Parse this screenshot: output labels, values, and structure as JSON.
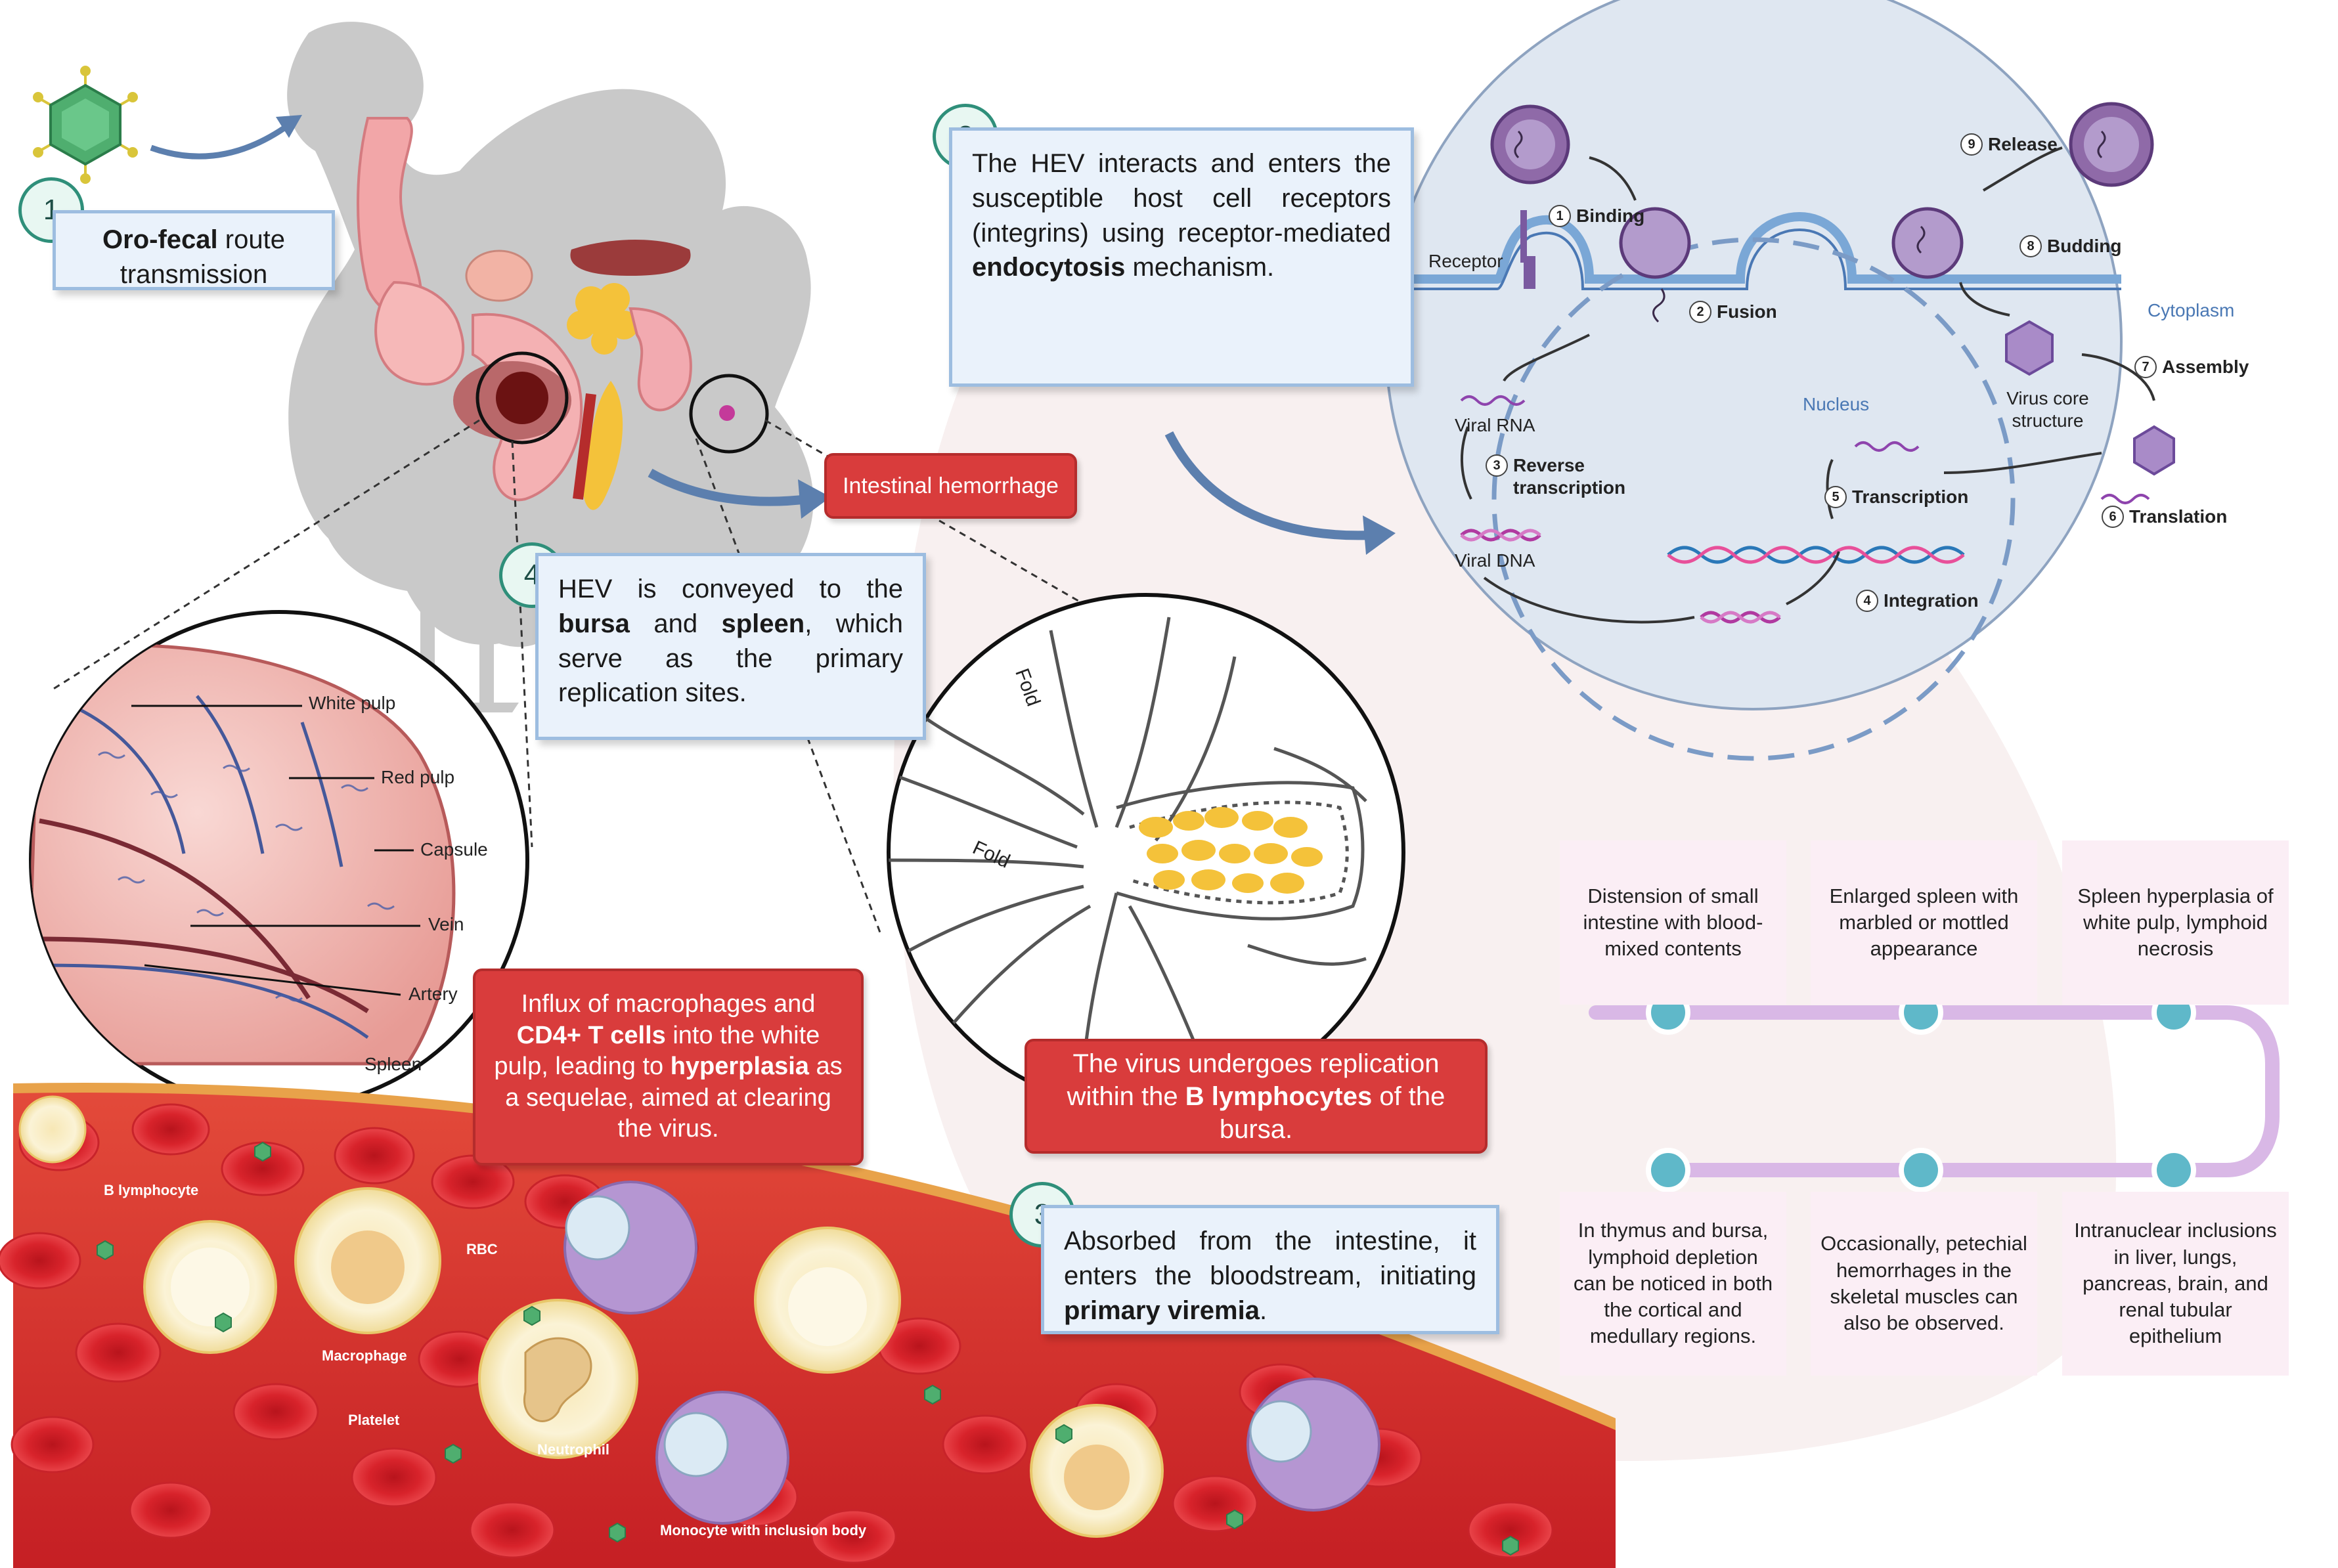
{
  "steps": {
    "s1": {
      "number": "1",
      "bold": "Oro-fecal",
      "rest": " route transmission"
    },
    "s2": {
      "number": "2",
      "text_pre": "The HEV interacts and enters the susceptible host cell receptors (integrins) using receptor-mediated ",
      "bold": "endocytosis",
      "text_post": " mechanism."
    },
    "s3": {
      "number": "3",
      "text_pre": "Absorbed from the intestine, it enters the bloodstream, initiating ",
      "bold": "primary viremia",
      "text_post": "."
    },
    "s4": {
      "number": "4",
      "t1": "HEV is conveyed to the ",
      "b1": "bursa",
      "t2": " and ",
      "b2": "spleen",
      "t3": ", which serve as the primary replication sites."
    }
  },
  "red_boxes": {
    "intestinal": "Intestinal hemorrhage",
    "influx": {
      "t1": "Influx of macrophages and ",
      "b1": "CD4+ T cells",
      "t2": " into the white pulp, leading to ",
      "b2": "hyperplasia",
      "t3": " as a sequelae, aimed at clearing the virus."
    },
    "replication": {
      "t1": "The virus undergoes replication within the ",
      "b1": "B lymphocytes",
      "t2": " of the bursa."
    }
  },
  "spleen_labels": [
    "White pulp",
    "Red pulp",
    "Capsule",
    "Vein",
    "Artery",
    "Spleen"
  ],
  "bursa_labels": [
    "Fold",
    "Fold"
  ],
  "cell_cycle": {
    "receptor": "Receptor",
    "cytoplasm": "Cytoplasm",
    "nucleus": "Nucleus",
    "viral_rna": "Viral RNA",
    "viral_dna": "Viral DNA",
    "virus_core": "Virus core structure",
    "steps": [
      {
        "n": "1",
        "label": "Binding"
      },
      {
        "n": "2",
        "label": "Fusion"
      },
      {
        "n": "3",
        "label": "Reverse transcription"
      },
      {
        "n": "4",
        "label": "Integration"
      },
      {
        "n": "5",
        "label": "Transcription"
      },
      {
        "n": "6",
        "label": "Translation"
      },
      {
        "n": "7",
        "label": "Assembly"
      },
      {
        "n": "8",
        "label": "Budding"
      },
      {
        "n": "9",
        "label": "Release"
      }
    ]
  },
  "timeline": {
    "top": [
      "Distension of small intestine with blood-mixed contents",
      "Enlarged spleen with marbled or mottled appearance",
      "Spleen hyperplasia of white pulp, lymphoid necrosis"
    ],
    "bottom": [
      "In thymus and bursa, lymphoid depletion can be noticed in both the cortical and medullary regions.",
      "Occasionally, petechial hemorrhages in the skeletal muscles can also be observed.",
      "Intranuclear inclusions in liver, lungs, pancreas, brain, and renal tubular epithelium"
    ]
  },
  "blood_labels": [
    "B lymphocyte",
    "RBC",
    "Macrophage",
    "Platelet",
    "Neutrophil",
    "Monocyte with inclusion body"
  ],
  "colors": {
    "accent_red": "#d93c3c",
    "info_bg": "#eaf2fb",
    "info_border": "#9dbde0",
    "teal": "#2f8f7a",
    "timeline_line": "#d9b8e6",
    "timeline_node": "#5fb8c9"
  }
}
